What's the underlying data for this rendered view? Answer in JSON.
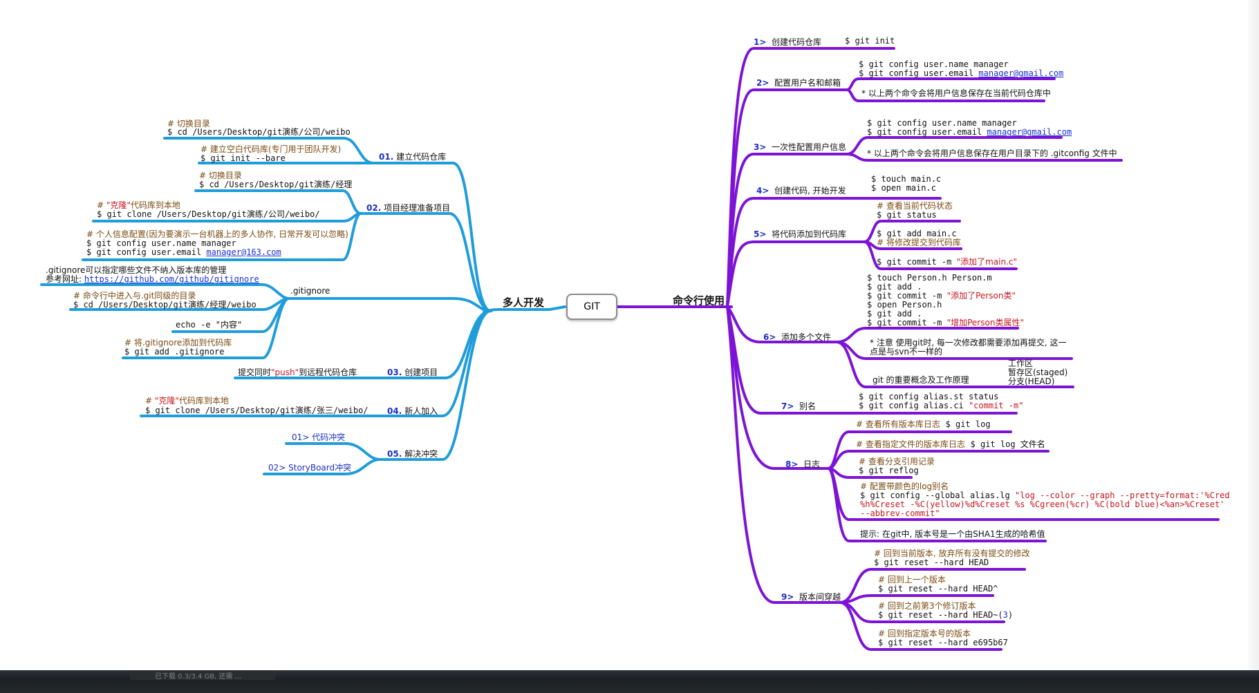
{
  "center": {
    "label": "GIT"
  },
  "left_branch": {
    "title": "多人开发",
    "sections": [
      {
        "num": "01.",
        "label": "建立代码仓库",
        "items": [
          {
            "comment": "# 切换目录",
            "cmd": "$ cd /Users/Desktop/git演练/公司/weibo"
          },
          {
            "comment": "# 建立空白代码库(专门用于团队开发)",
            "cmd": "$ git init --bare"
          }
        ]
      },
      {
        "num": "02.",
        "label": "项目经理准备项目",
        "items": [
          {
            "comment": "# 切换目录",
            "cmd": "$ cd /Users/Desktop/git演练/经理"
          },
          {
            "comment_prefix": "# ",
            "comment_red": "\"克隆\"",
            "comment_suffix": "代码库到本地",
            "cmd": "$ git clone /Users/Desktop/git演练/公司/weibo/"
          },
          {
            "comment": "# 个人信息配置(因为要演示一台机器上的多人协作, 日常开发可以忽略)",
            "cmd1": "$ git config user.name manager",
            "cmd2_prefix": "$ git config user.email ",
            "cmd2_link": "manager@163.com"
          }
        ]
      },
      {
        "label": ".gitignore",
        "items": [
          {
            "text": ".gitignore可以指定哪些文件不纳入版本库的管理",
            "ref_prefix": "参考网址: ",
            "ref_link": "https://github.com/github/gitignore"
          },
          {
            "comment": "# 命令行中进入与.git同级的目录",
            "cmd": "$ cd /Users/Desktop/git演练/经理/weibo"
          },
          {
            "cmd": "echo -e \"内容\""
          },
          {
            "comment": "# 将.gitignore添加到代码库",
            "cmd": "$ git add .gitignore"
          }
        ]
      },
      {
        "num": "03.",
        "label": "创建项目",
        "items": [
          {
            "prefix": "提交同时",
            "red": "\"push\"",
            "suffix": "到远程代码仓库"
          }
        ]
      },
      {
        "num": "04.",
        "label": "新人加入",
        "items": [
          {
            "comment_prefix": "# ",
            "comment_red": "\"克隆\"",
            "comment_suffix": "代码库到本地",
            "cmd": "$ git clone /Users/Desktop/git演练/张三/weibo/"
          }
        ]
      },
      {
        "num": "05.",
        "label": "解决冲突",
        "items": [
          {
            "text": "01> 代码冲突"
          },
          {
            "text": "02> StoryBoard冲突"
          }
        ]
      }
    ]
  },
  "right_branch": {
    "title": "命令行使用",
    "steps": [
      {
        "num": "1>",
        "label": "创建代码仓库",
        "cmd": "$ git init"
      },
      {
        "num": "2>",
        "label": "配置用户名和邮箱",
        "cmd1": "$ git config user.name manager",
        "cmd2_prefix": "$ git config user.email ",
        "cmd2_link": "manager@gmail.com",
        "note": "* 以上两个命令会将用户信息保存在当前代码仓库中"
      },
      {
        "num": "3>",
        "label": "一次性配置用户信息",
        "cmd1": "$ git config user.name manager",
        "cmd2_prefix": "$ git config user.email ",
        "cmd2_link": "manager@gmail.com",
        "note": "* 以上两个命令会将用户信息保存在用户目录下的 .gitconfig 文件中"
      },
      {
        "num": "4>",
        "label": "创建代码, 开始开发",
        "cmd1": "$ touch main.c",
        "cmd2": "$ open main.c"
      },
      {
        "num": "5>",
        "label": "将代码添加到代码库",
        "c1": "# 查看当前代码状态",
        "c1cmd": "$ git status",
        "c2cmd": "$ git add main.c",
        "c2": "# 将修改提交到代码库",
        "c3cmd_prefix": "$ git commit -m ",
        "c3cmd_red": "\"添加了main.c\""
      },
      {
        "num": "6>",
        "label": "添加多个文件",
        "l1": "$ touch Person.h Person.m",
        "l2": "$ git add .",
        "l3_prefix": "$ git commit -m ",
        "l3_red": "\"添加了Person类\"",
        "l4": "$ open Person.h",
        "l5": "$ git add .",
        "l6_prefix": "$ git commit -m ",
        "l6_red": "\"增加Person类属性\"",
        "note1": "* 注意 使用git时, 每一次修改都需要添加再提交, 这一",
        "note2": "点是与svn不一样的",
        "concept": "git 的重要概念及工作原理",
        "area1": "工作区",
        "area2": "暂存区(staged)",
        "area3": "分支(HEAD)"
      },
      {
        "num": "7>",
        "label": "别名",
        "cmd1": "$ git config alias.st status",
        "cmd2_prefix": "$ git config alias.ci ",
        "cmd2_red": "\"commit -m\""
      },
      {
        "num": "8>",
        "label": "日志",
        "a": "# 查看所有版本库日志",
        "a_cmd": "$ git log",
        "b": "# 查看指定文件的版本库日志",
        "b_cmd": "$ git log 文件名",
        "c": "# 查看分支引用记录",
        "c_cmd": "$ git reflog",
        "d": "# 配置带颜色的log别名",
        "d_cmd_prefix": "$ git config --global alias.lg ",
        "d_red1": "\"log --color --graph --pretty=format:'%Cred",
        "d_red2": "%h%Creset -%C(yellow)%d%Creset %s %Cgreen(%cr) %C(bold blue)<%an>%Creset'",
        "d_red3": "--abbrev-commit\"",
        "e": "提示: 在git中, 版本号是一个由SHA1生成的哈希值"
      },
      {
        "num": "9>",
        "label": "版本间穿越",
        "a": "# 回到当前版本, 放弃所有没有提交的修改",
        "a_cmd": "$ git reset --hard HEAD",
        "b": "# 回到上一个版本",
        "b_cmd": "$ git reset --hard HEAD^",
        "c": "# 回到之前第3个修订版本",
        "c_cmd_prefix": "$ git reset --hard HEAD~(",
        "c_cmd_num": "3",
        "c_cmd_suffix": ")",
        "d": "# 回到指定版本号的版本",
        "d_cmd": "$ git reset --hard e695b67"
      }
    ]
  },
  "taskbar": {
    "download": "已下载 0.3/3.4 GB, 还需 ..."
  },
  "colors": {
    "left_branch": "#1f9ddb",
    "right_branch": "#7d13d6",
    "num": "#1b2fc4",
    "string": "#c4171f",
    "link": "#1a2ed4"
  }
}
